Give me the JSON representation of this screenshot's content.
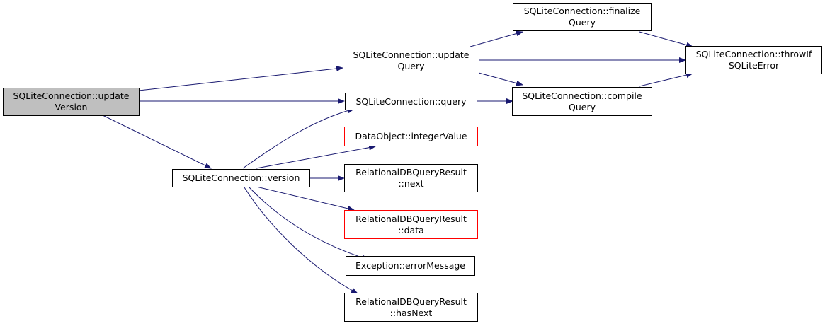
{
  "diagram": {
    "colors": {
      "edge": "#191970",
      "border": "#000000",
      "border_undocumented": "#ff0000",
      "root_fill": "#bfbfbf",
      "node_fill": "#ffffff"
    },
    "nodes": {
      "update_version": {
        "line1": "SQLiteConnection::update",
        "line2": "Version"
      },
      "update_query": {
        "line1": "SQLiteConnection::update",
        "line2": "Query"
      },
      "query": {
        "line1": "SQLiteConnection::query"
      },
      "version": {
        "line1": "SQLiteConnection::version"
      },
      "finalize_query": {
        "line1": "SQLiteConnection::finalize",
        "line2": "Query"
      },
      "compile_query": {
        "line1": "SQLiteConnection::compile",
        "line2": "Query"
      },
      "throw_if_error": {
        "line1": "SQLiteConnection::throwIf",
        "line2": "SQLiteError"
      },
      "integer_value": {
        "line1": "DataObject::integerValue"
      },
      "result_next": {
        "line1": "RelationalDBQueryResult",
        "line2": "::next"
      },
      "result_data": {
        "line1": "RelationalDBQueryResult",
        "line2": "::data"
      },
      "error_message": {
        "line1": "Exception::errorMessage"
      },
      "result_has_next": {
        "line1": "RelationalDBQueryResult",
        "line2": "::hasNext"
      }
    }
  }
}
